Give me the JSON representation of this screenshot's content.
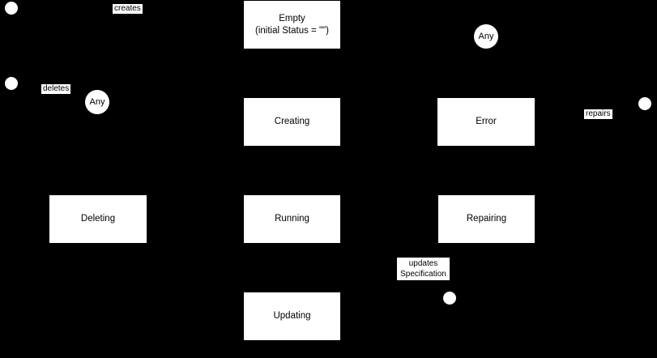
{
  "colors": {
    "background": "#000000",
    "node_fill": "#ffffff",
    "node_text": "#000000"
  },
  "any_label": "Any",
  "states": {
    "empty": {
      "line1": "Empty",
      "line2": "(initial Status = \"\")"
    },
    "creating": {
      "label": "Creating"
    },
    "running": {
      "label": "Running"
    },
    "updating": {
      "label": "Updating"
    },
    "deleting": {
      "label": "Deleting"
    },
    "error": {
      "label": "Error"
    },
    "repairing": {
      "label": "Repairing"
    }
  },
  "edge_labels": {
    "creates": "creates",
    "deletes": "deletes",
    "repairs": "repairs",
    "updates_specification": {
      "line1": "updates",
      "line2": "Specification"
    }
  }
}
